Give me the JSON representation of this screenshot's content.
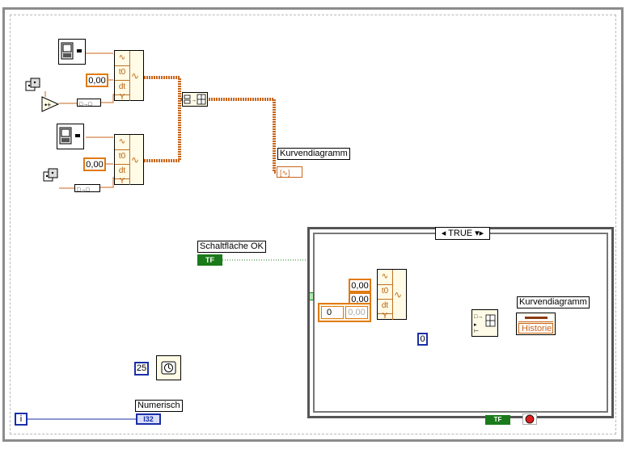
{
  "diagram": {
    "graph_indicator_label": "Kurvendiagramm",
    "button_label": "Schaltfläche OK",
    "case_selector": "TRUE",
    "case_graph_label": "Kurvendiagramm",
    "history_label": "Historie",
    "numeric_label": "Numerisch",
    "wait_constant": "25",
    "history_index_constant": "0",
    "loop_index": "i",
    "i32_label": "I32",
    "tf_label": "TF",
    "waveform1": {
      "dt": "0,00",
      "t0_label": "t0",
      "dt_label": "dt",
      "y_label": "Y"
    },
    "waveform2": {
      "dt": "0,00",
      "t0_label": "t0",
      "dt_label": "dt",
      "y_label": "Y"
    },
    "waveform3": {
      "t0": "0,00",
      "dt": "0,00",
      "y": "0,00",
      "array_const": "0",
      "t0_label": "t0",
      "dt_label": "dt",
      "y_label": "Y"
    }
  },
  "colors": {
    "wire_orange": "#c8651b",
    "wire_blue": "#1a2fa8",
    "wire_green": "#1b7a1b",
    "frame_gray": "#8c8c8c"
  },
  "icons": [
    "clock-icon",
    "dice-icon",
    "negate-icon",
    "to-dbl-icon",
    "build-array-icon",
    "waveform-graph-icon",
    "wait-ms-icon",
    "property-node-icon",
    "stop-button-icon"
  ]
}
